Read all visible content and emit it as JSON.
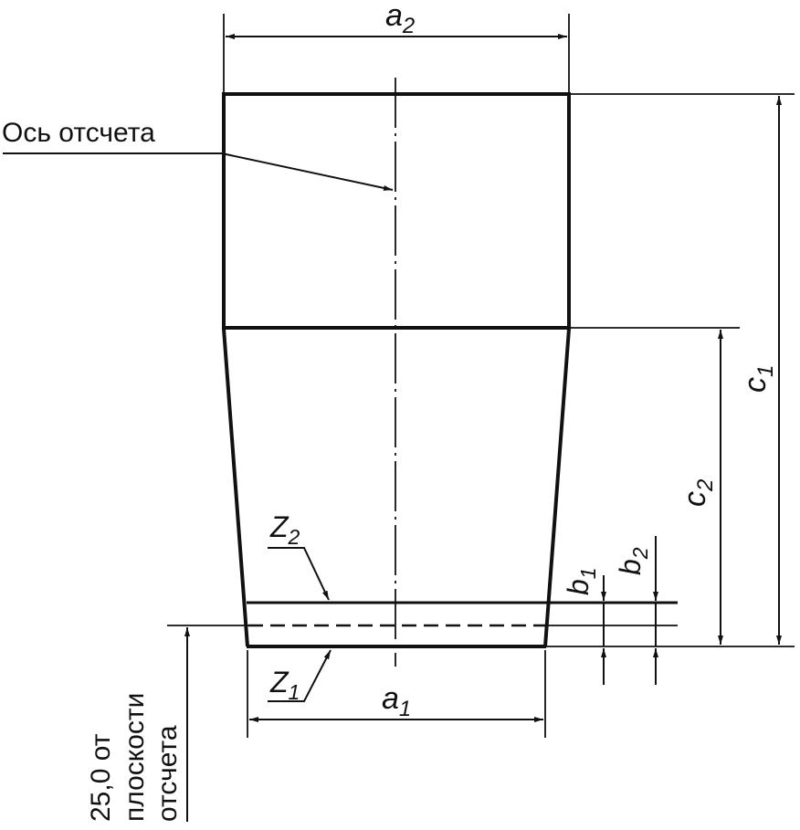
{
  "labels": {
    "a2": {
      "main": "a",
      "sub": "2"
    },
    "a1": {
      "main": "a",
      "sub": "1"
    },
    "b1": {
      "main": "b",
      "sub": "1"
    },
    "b2": {
      "main": "b",
      "sub": "2"
    },
    "c1": {
      "main": "c",
      "sub": "1"
    },
    "c2": {
      "main": "c",
      "sub": "2"
    },
    "z1": {
      "main": "Z",
      "sub": "1"
    },
    "z2": {
      "main": "Z",
      "sub": "2"
    },
    "axis_label": "Ось отсчета",
    "reference_note": [
      "25,0 от",
      "плоскости",
      "отсчета"
    ]
  },
  "colors": {
    "line": "#111111",
    "background": "#ffffff"
  }
}
